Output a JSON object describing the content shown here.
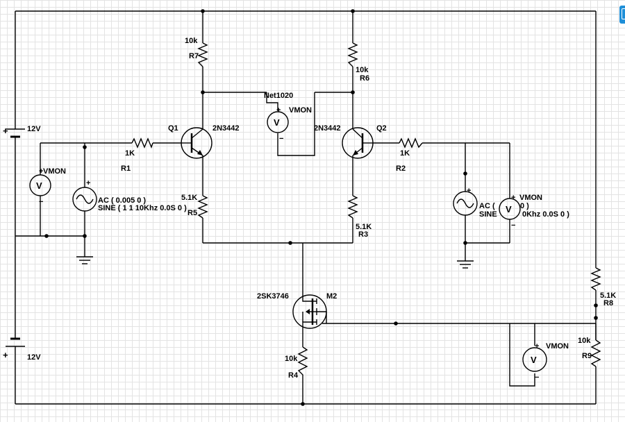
{
  "labels": {
    "r7_value": "10k",
    "r7_name": "R7",
    "r6_value": "10k",
    "r6_name": "R6",
    "r1_value": "1K",
    "r1_name": "R1",
    "r2_value": "1K",
    "r2_name": "R2",
    "r5_value": "5.1K",
    "r5_name": "R5",
    "r3_value": "5.1K",
    "r3_name": "R3",
    "r8_value": "5.1K",
    "r8_name": "R8",
    "r9_value": "10k",
    "r9_name": "R9",
    "r4_value": "10k",
    "r4_name": "R4",
    "q1_name": "Q1",
    "q1_model": "2N3442",
    "q2_name": "Q2",
    "q2_model": "2N3442",
    "m2_name": "M2",
    "m2_model": "2SK3746",
    "net_label": "Net1020",
    "vmon": "VMON",
    "v_top": "12V",
    "v_bottom": "12V",
    "ac_left_line1": "AC ( 0.005 0 )",
    "ac_left_line2": "SINE ( 1 1 10Khz 0.0S 0 )",
    "ac_right_line1": "AC (",
    "ac_right_frag": "0 )",
    "ac_right_line2": "SINE",
    "ac_right_tail": "0Khz 0.0S 0 )",
    "plus": "+",
    "minus": "−",
    "volt_symbol": "V"
  },
  "colors": {
    "wire": "#000000",
    "grid": "#e3e3e3",
    "accent": "#1f8fd8"
  }
}
